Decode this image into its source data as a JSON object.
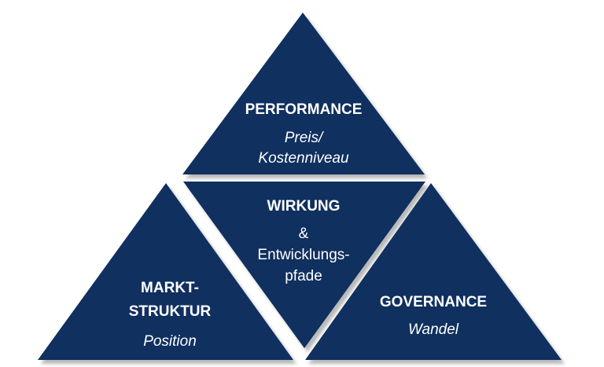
{
  "colors": {
    "triangle_fill": "#10305f",
    "shadow": "#b8b8b8",
    "text": "#ffffff",
    "background": "#ffffff"
  },
  "top": {
    "title": "PERFORMANCE",
    "sub_line1": "Preis/",
    "sub_line2": "Kostenniveau"
  },
  "center": {
    "title": "WIRKUNG",
    "line1": "&",
    "line2": "Entwicklungs-",
    "line3": "pfade"
  },
  "left": {
    "title_line1": "MARKT-",
    "title_line2": "STRUKTUR",
    "sub": "Position"
  },
  "right": {
    "title": "GOVERNANCE",
    "sub": "Wandel"
  }
}
